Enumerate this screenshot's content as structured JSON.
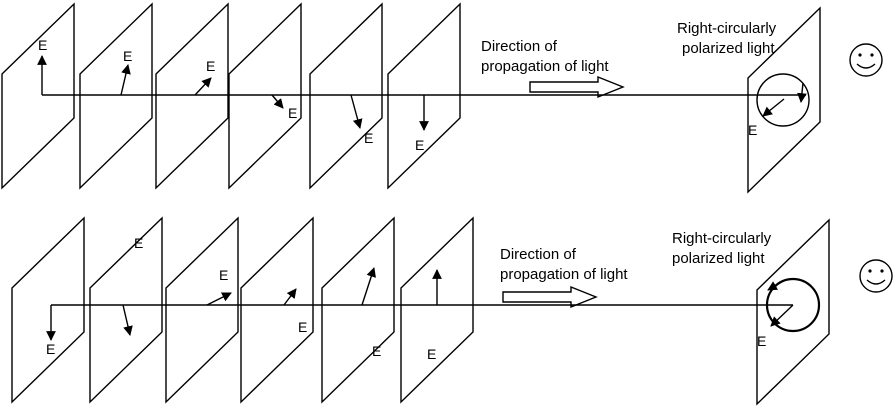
{
  "stroke_color": "#000000",
  "background_color": "#ffffff",
  "panels": [
    {
      "direction_label": [
        "Direction of",
        "propagation of light"
      ],
      "polarization_label": [
        "Right-circularly",
        "polarized light"
      ],
      "field_symbol": "E",
      "field_labels": [
        "E",
        "E",
        "E",
        "E",
        "E",
        "E",
        "E"
      ],
      "smiley_icon": "smiley-face-icon"
    },
    {
      "direction_label": [
        "Direction of",
        "propagation of light"
      ],
      "polarization_label": [
        "Right-circularly",
        "polarized light"
      ],
      "field_symbol": "E",
      "field_labels": [
        "E",
        "E",
        "E",
        "E",
        "E",
        "E",
        "E"
      ],
      "smiley_icon": "smiley-face-icon"
    }
  ]
}
